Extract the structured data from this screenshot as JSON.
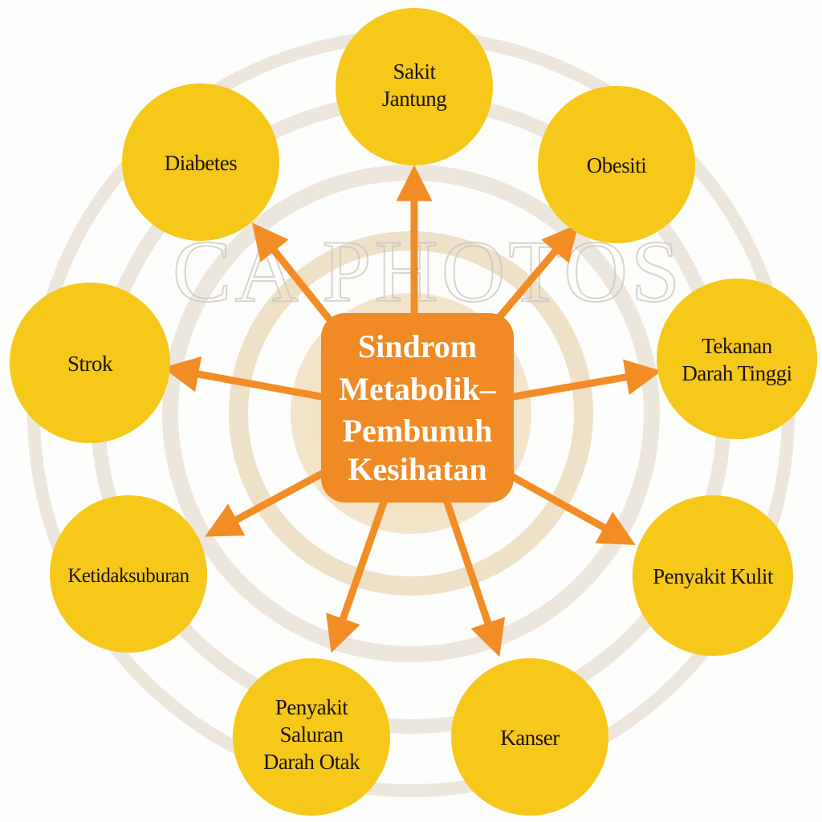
{
  "center": {
    "lines": [
      "Sindrom",
      "Metabolik–",
      "Pembunuh",
      "Kesihatan"
    ]
  },
  "nodes": [
    {
      "lines": [
        "Sakit",
        "Jantung"
      ]
    },
    {
      "lines": [
        "Diabetes"
      ]
    },
    {
      "lines": [
        "Obesiti"
      ]
    },
    {
      "lines": [
        "Strok"
      ]
    },
    {
      "lines": [
        "Tekanan",
        "Darah Tinggi"
      ]
    },
    {
      "lines": [
        "Ketidaksuburan"
      ]
    },
    {
      "lines": [
        "Penyakit Kulit"
      ]
    },
    {
      "lines": [
        "Penyakit",
        "Saluran",
        "Darah Otak"
      ]
    },
    {
      "lines": [
        "Kanser"
      ]
    }
  ],
  "watermark": "CA PHOTOS",
  "colors": {
    "node": "#f6c81a",
    "center": "#f08a24",
    "arrow": "#f28c25"
  }
}
